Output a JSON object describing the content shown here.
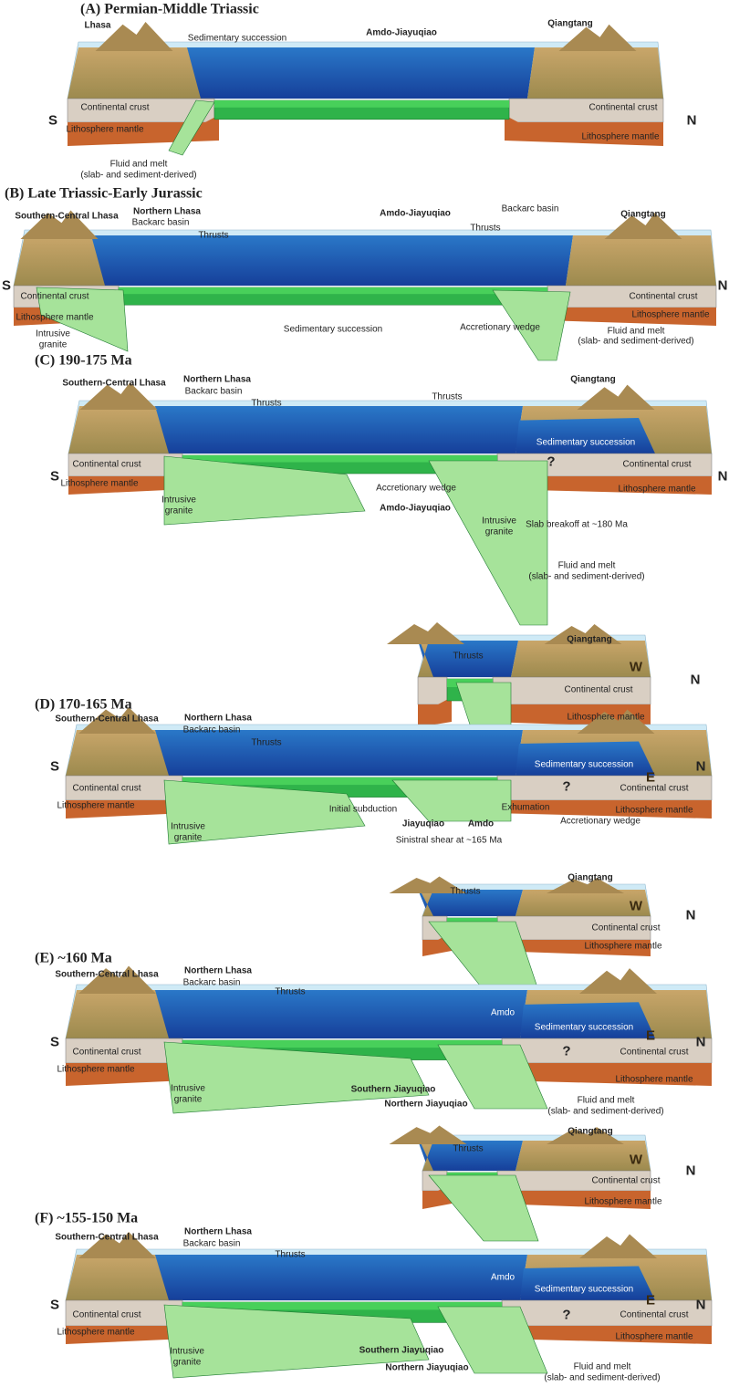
{
  "colors": {
    "ocean": "#1f5fb8",
    "terrain": "#b8955a",
    "crust": "#d9cfc3",
    "mantle": "#c8642d",
    "slab": "#2fb34a",
    "slab_light": "#a6e39a",
    "sea": "#cfeaf6"
  },
  "panels": [
    {
      "title": "(A) Permian-Middle Triassic",
      "labels": [
        "Lhasa",
        "Sedimentary succession",
        "Amdo-Jiayuqiao",
        "Qiangtang",
        "S",
        "N",
        "Continental crust",
        "Continental crust",
        "Lithosphere mantle",
        "Lithosphere mantle",
        "Fluid and melt",
        "(slab- and sediment-derived)"
      ]
    },
    {
      "title": "(B) Late Triassic-Early Jurassic",
      "labels": [
        "Southern-Central Lhasa",
        "Northern Lhasa",
        "Backarc basin",
        "Thrusts",
        "Amdo-Jiayuqiao",
        "Backarc basin",
        "Thrusts",
        "Qiangtang",
        "S",
        "N",
        "Continental crust",
        "Continental crust",
        "Lithosphere mantle",
        "Lithosphere mantle",
        "Intrusive",
        "granite",
        "Sedimentary succession",
        "Accretionary wedge",
        "Fluid and melt",
        "(slab- and sediment-derived)"
      ]
    },
    {
      "title": "(C) 190-175 Ma",
      "labels": [
        "Southern-Central Lhasa",
        "Northern Lhasa",
        "Backarc basin",
        "Thrusts",
        "Thrusts",
        "Qiangtang",
        "Sedimentary succession",
        "S",
        "N",
        "Continental crust",
        "Continental crust",
        "Lithosphere mantle",
        "Lithosphere mantle",
        "?",
        "Intrusive",
        "granite",
        "Accretionary wedge",
        "Amdo-Jiayuqiao",
        "Intrusive",
        "granite",
        "Slab breakoff at ~180 Ma",
        "Fluid and melt",
        "(slab- and sediment-derived)"
      ]
    },
    {
      "labels": [
        "Qiangtang",
        "Thrusts",
        "W",
        "N",
        "Continental crust",
        "Lithosphere mantle"
      ]
    },
    {
      "title": "(D) 170-165 Ma",
      "labels": [
        "Southern-Central Lhasa",
        "Northern Lhasa",
        "Backarc basin",
        "Thrusts",
        "Sedimentary succession",
        "E",
        "S",
        "N",
        "Continental crust",
        "Continental crust",
        "Lithosphere mantle",
        "Lithosphere mantle",
        "?",
        "Intrusive",
        "granite",
        "Initial subduction",
        "Jiayuqiao",
        "Amdo",
        "Exhumation",
        "Accretionary wedge",
        "Sinistral shear at ~165 Ma"
      ]
    },
    {
      "labels": [
        "Qiangtang",
        "Thrusts",
        "W",
        "N",
        "Continental crust",
        "Lithosphere mantle"
      ]
    },
    {
      "title": "(E) ~160 Ma",
      "labels": [
        "Southern-Central Lhasa",
        "Northern Lhasa",
        "Backarc basin",
        "Thrusts",
        "Amdo",
        "Sedimentary succession",
        "E",
        "S",
        "N",
        "Continental crust",
        "Continental crust",
        "Lithosphere mantle",
        "Lithosphere mantle",
        "?",
        "Intrusive",
        "granite",
        "Southern Jiayuqiao",
        "Northern Jiayuqiao",
        "Fluid and melt",
        "(slab- and sediment-derived)"
      ]
    },
    {
      "labels": [
        "Qiangtang",
        "Thrusts",
        "W",
        "N",
        "Continental crust",
        "Lithosphere mantle"
      ]
    },
    {
      "title": "(F) ~155-150 Ma",
      "labels": [
        "Southern-Central Lhasa",
        "Northern Lhasa",
        "Backarc basin",
        "Thrusts",
        "Amdo",
        "Sedimentary succession",
        "E",
        "S",
        "N",
        "Continental crust",
        "Continental crust",
        "Lithosphere mantle",
        "Lithosphere mantle",
        "?",
        "Intrusive",
        "granite",
        "Southern Jiayuqiao",
        "Northern Jiayuqiao",
        "Fluid and melt",
        "(slab- and sediment-derived)"
      ]
    }
  ]
}
